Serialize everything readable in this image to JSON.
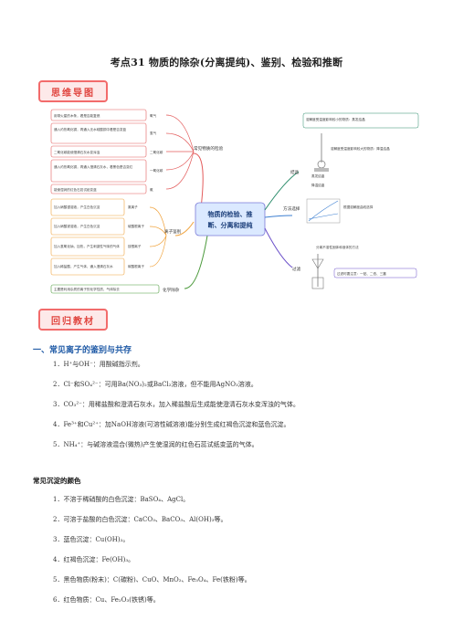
{
  "title": "考点31 物质的除杂(分离提纯)、鉴别、检验和推断",
  "tags": {
    "mindmap": "思维导图",
    "review": "回归教材"
  },
  "mindmap": {
    "center_line1": "物质的检验、推",
    "center_line2": "断、分离和提纯",
    "branches": {
      "gas_check": "常见物质的检验",
      "ion_check": "离子鉴别",
      "chem_remove": "化学除杂",
      "crystal": "结晶",
      "method_choice": "方法选择",
      "filter": "过滤"
    },
    "gas_leaves": [
      {
        "text": "用带火星的木条，看是否能复燃",
        "tag": "氧气"
      },
      {
        "text": "通入灼热氧化铜，再通入无水硫酸铜中看是否变蓝",
        "tag": "氢气"
      },
      {
        "text": "二氧化碳能使澄清石灰水变浑浊",
        "tag": "二氧化碳"
      },
      {
        "text": "通入灼热氧化铜，再通入澄清石灰水，看黑色是否变红",
        "tag": "一氧化碳"
      },
      {
        "text": "能使湿润的红色石蕊试纸变蓝",
        "tag": "氨"
      }
    ],
    "ion_leaves": [
      {
        "text": "加入硝酸银溶液，产生白色沉淀",
        "tag": "氯离子"
      },
      {
        "text": "加入硝酸钡溶液，产生白色沉淀",
        "tag": "硫酸根离子"
      },
      {
        "text": "加入氢氧化钠，加热，产生刺激性气味的气体",
        "tag": "铵根离子"
      },
      {
        "text": "加入稀盐酸，产生气体，通入澄清石灰水",
        "tag": "碳酸根离子"
      }
    ],
    "chem_leaf": "主要是利用杂质的离子的化学性质，气体除去",
    "crystal_leaves": [
      "溶解度受温度影响较小的物质：蒸发结晶",
      "溶解度受温度影响较大的物质：降温结晶",
      "蒸发结晶",
      "降温结晶"
    ],
    "method_leaf": "根据溶解度曲线选择",
    "filter_leaves": [
      "分离不溶性固体和液体的方法",
      "过滤时要注意：一贴、二低、三靠"
    ]
  },
  "section1": {
    "heading": "一、常见离子的鉴别与共存",
    "lines": [
      "1．H⁺与OH⁻：用酸碱指示剂。",
      "2．Cl⁻和SO₄²⁻：可用Ba(NO₃)₂或BaCl₂溶液，但不能用AgNO₃溶液。",
      "3．CO₃²⁻：用稀盐酸和澄清石灰水，加入稀盐酸后生成能使澄清石灰水变浑浊的气体。",
      "4．Fe³⁺和Cu²⁺：加NaOH溶液(可溶性碱溶液)能分别生成红褐色沉淀和蓝色沉淀。",
      "5．NH₄⁺：与碱溶液混合(微热)产生使湿润的红色石蕊试纸变蓝的气体。"
    ]
  },
  "section2": {
    "heading": "常见沉淀的颜色",
    "lines": [
      "1．不溶于稀硝酸的白色沉淀：BaSO₄、AgCl。",
      "2．可溶于盐酸的白色沉淀：CaCO₃、BaCO₃、Al(OH)₃等。",
      "3．蓝色沉淀：Cu(OH)₂。",
      "4．红褐色沉淀：Fe(OH)₃。",
      "5．黑色物质(粉末)：C(碳粉)、CuO、MnO₂、Fe₃O₄、Fe(铁粉)等。",
      "6．红色物质：Cu、Fe₂O₃(铁锈)等。"
    ]
  },
  "colors": {
    "tag_border": "#f26b6b",
    "heading_blue": "#1f5aa6",
    "center_fill": "#dbe9ff"
  }
}
